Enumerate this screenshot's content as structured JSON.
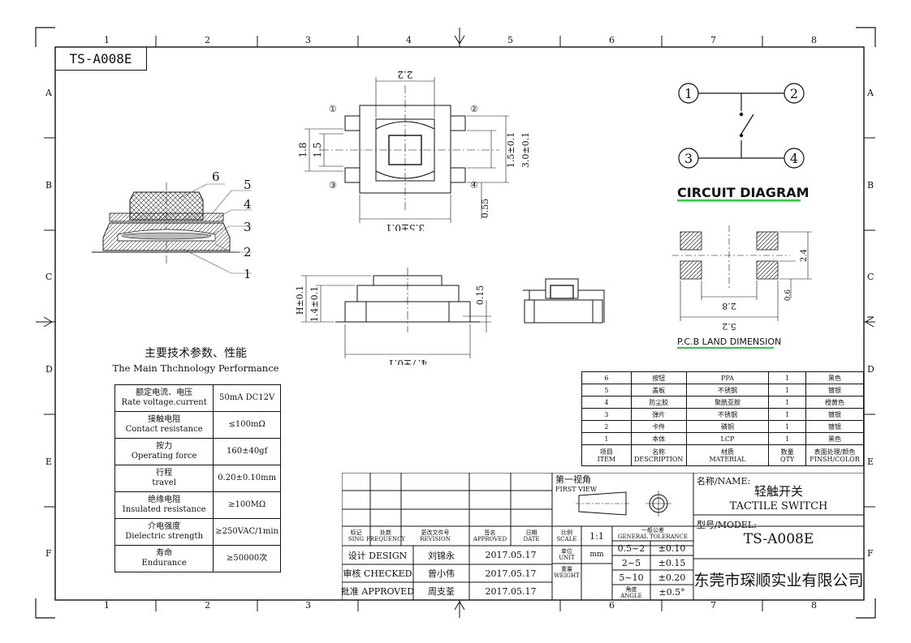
{
  "frame": {
    "columns": [
      "1",
      "2",
      "3",
      "4",
      "5",
      "6",
      "7",
      "8"
    ],
    "rows": [
      "A",
      "B",
      "C",
      "D",
      "E",
      "F"
    ]
  },
  "part_box": "TS-A008E",
  "section_view": {
    "callouts": [
      "6",
      "5",
      "4",
      "3",
      "2",
      "1"
    ]
  },
  "top_view": {
    "pins": [
      "①",
      "②",
      "③",
      "④"
    ],
    "dims": {
      "top": "2.2",
      "left_outer": "1.8",
      "left_inner": "1.5",
      "right_a": "1.5±0.1",
      "right_b": "3.0±0.1",
      "bottom_width": "3.5±0.1",
      "bottom_small": "0.55"
    }
  },
  "side_view": {
    "dims": {
      "h": "H±0.1",
      "h2": "1.4±0.1",
      "right": "0.15",
      "width": "4.7±0.1"
    }
  },
  "circuit": {
    "pins": [
      "1",
      "2",
      "3",
      "4"
    ],
    "title": "CIRCUIT DIAGRAM",
    "underline_color": "#2ecc40"
  },
  "pcb": {
    "title": "P.C.B LAND DIMENSION",
    "dims": {
      "inner": "2.8",
      "outer": "5.2",
      "height": "2.4",
      "pad": "0.6"
    },
    "underline_color": "#2ecc40"
  },
  "specs": {
    "title_cn": "主要技术参数、性能",
    "title_en": "The Main Thchnology Performance",
    "rows": [
      {
        "cn": "额定电流、电压",
        "en": "Rate voltage.current",
        "value": "50mA DC12V"
      },
      {
        "cn": "接触电阻",
        "en": "Contact resistance",
        "value": "≤100mΩ"
      },
      {
        "cn": "按力",
        "en": "Operating force",
        "value": "160±40gf"
      },
      {
        "cn": "行程",
        "en": "travel",
        "value": "0.20±0.10mm"
      },
      {
        "cn": "绝缘电阻",
        "en": "Insulated resistance",
        "value": "≥100MΩ"
      },
      {
        "cn": "介电强度",
        "en": "Dielectric strength",
        "value": "≥250VAC/1min"
      },
      {
        "cn": "寿命",
        "en": "Endurance",
        "value": "≥50000次"
      }
    ]
  },
  "bom": {
    "rows": [
      {
        "item": "6",
        "desc": "按钮",
        "material": "PPA",
        "qty": "1",
        "finish": "黑色"
      },
      {
        "item": "5",
        "desc": "盖板",
        "material": "不锈钢",
        "qty": "1",
        "finish": "镀银"
      },
      {
        "item": "4",
        "desc": "防尘胶",
        "material": "聚酰亚胺",
        "qty": "1",
        "finish": "橙黄色"
      },
      {
        "item": "3",
        "desc": "弹片",
        "material": "不锈钢",
        "qty": "1",
        "finish": "镀银"
      },
      {
        "item": "2",
        "desc": "卡件",
        "material": "磷铜",
        "qty": "1",
        "finish": "镀银"
      },
      {
        "item": "1",
        "desc": "本体",
        "material": "LCP",
        "qty": "1",
        "finish": "黑色"
      }
    ],
    "header": {
      "item_cn": "项目",
      "item_en": "ITEM",
      "desc_cn": "名称",
      "desc_en": "DESCRIPTION",
      "mat_cn": "材质",
      "mat_en": "MATERIAL",
      "qty_cn": "数量",
      "qty_en": "QTY",
      "fin_cn": "表面处理/颜色",
      "fin_en": "FINSH/COLOR"
    }
  },
  "title_block": {
    "rev_headers": [
      {
        "cn": "标记",
        "en": "SING"
      },
      {
        "cn": "处数",
        "en": "FREQUENCY"
      },
      {
        "cn": "更改文件号",
        "en": "REVISION"
      },
      {
        "cn": "签名",
        "en": "APPROVED"
      },
      {
        "cn": "日期",
        "en": "DATE"
      }
    ],
    "design": {
      "label": "设计 DESIGN",
      "name": "刘锦永",
      "date": "2017.05.17"
    },
    "checked": {
      "label": "审核 CHECKED",
      "name": "曾小伟",
      "date": "2017.05.17"
    },
    "approved": {
      "label": "批准 APPROVED",
      "name": "周支荃",
      "date": "2017.05.17"
    },
    "projection": {
      "cn": "第一视角",
      "en": "FIRST VIEW"
    },
    "scale": {
      "cn": "比例",
      "en": "SCALE",
      "value": "1:1"
    },
    "unit": {
      "cn": "单位",
      "en": "UNIT",
      "value": "mm"
    },
    "weight": {
      "cn": "重量",
      "en": "WEIGHT"
    },
    "tolerance": {
      "cn": "一般公差",
      "en": "GENERAL TOLERANCE",
      "rows": [
        {
          "range": "0.5~2",
          "tol": "±0.10"
        },
        {
          "range": "2~5",
          "tol": "±0.15"
        },
        {
          "range": "5~10",
          "tol": "±0.20"
        },
        {
          "range_cn": "角度",
          "range_en": "ANGLE",
          "tol": "±0.5°"
        }
      ]
    },
    "name_label": "名称/NAME:",
    "name_cn": "轻触开关",
    "name_en": "TACTILE SWITCH",
    "model_label": "型号/MODEL:",
    "model": "TS-A008E",
    "company": "东莞市琛顺实业有限公司"
  }
}
